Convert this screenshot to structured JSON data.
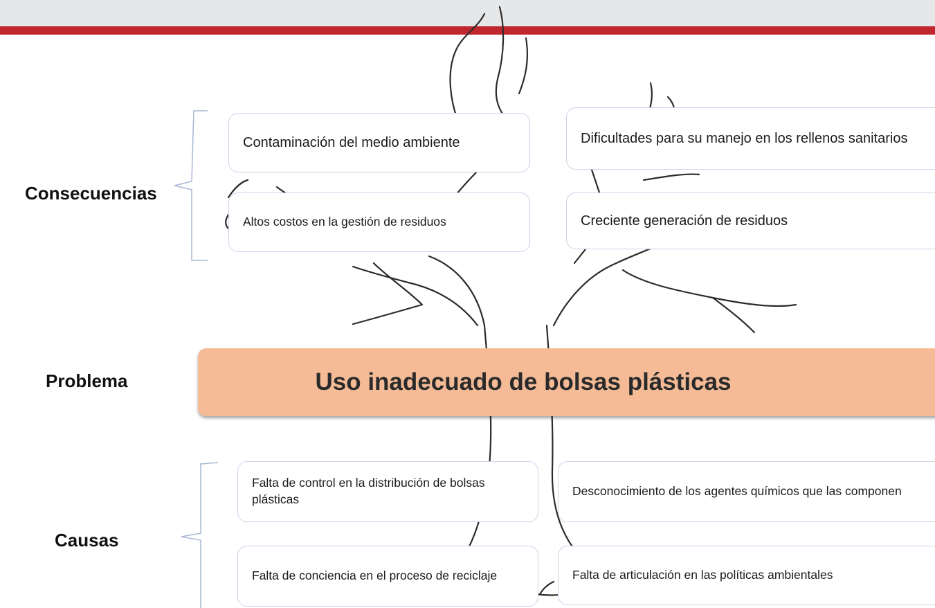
{
  "labels": {
    "consecuencias": "Consecuencias",
    "problema": "Problema",
    "causas": "Causas"
  },
  "problem": "Uso inadecuado de bolsas plásticas",
  "consequences": [
    "Contaminación del medio ambiente",
    "Dificultades para su manejo en los rellenos sanitarios",
    "Altos costos en la gestión de residuos",
    "Creciente generación de residuos"
  ],
  "causes": [
    "Falta de control en la distribución de bolsas plásticas",
    "Desconocimiento de los agentes químicos que las componen",
    "Falta de conciencia en el proceso de reciclaje",
    "Falta de articulación en las políticas ambientales"
  ],
  "colors": {
    "header_bar": "#c0262d",
    "header_background": "#e6e7e8",
    "problem_fill": "#f4bb96",
    "box_border": "#c9d3e6"
  }
}
